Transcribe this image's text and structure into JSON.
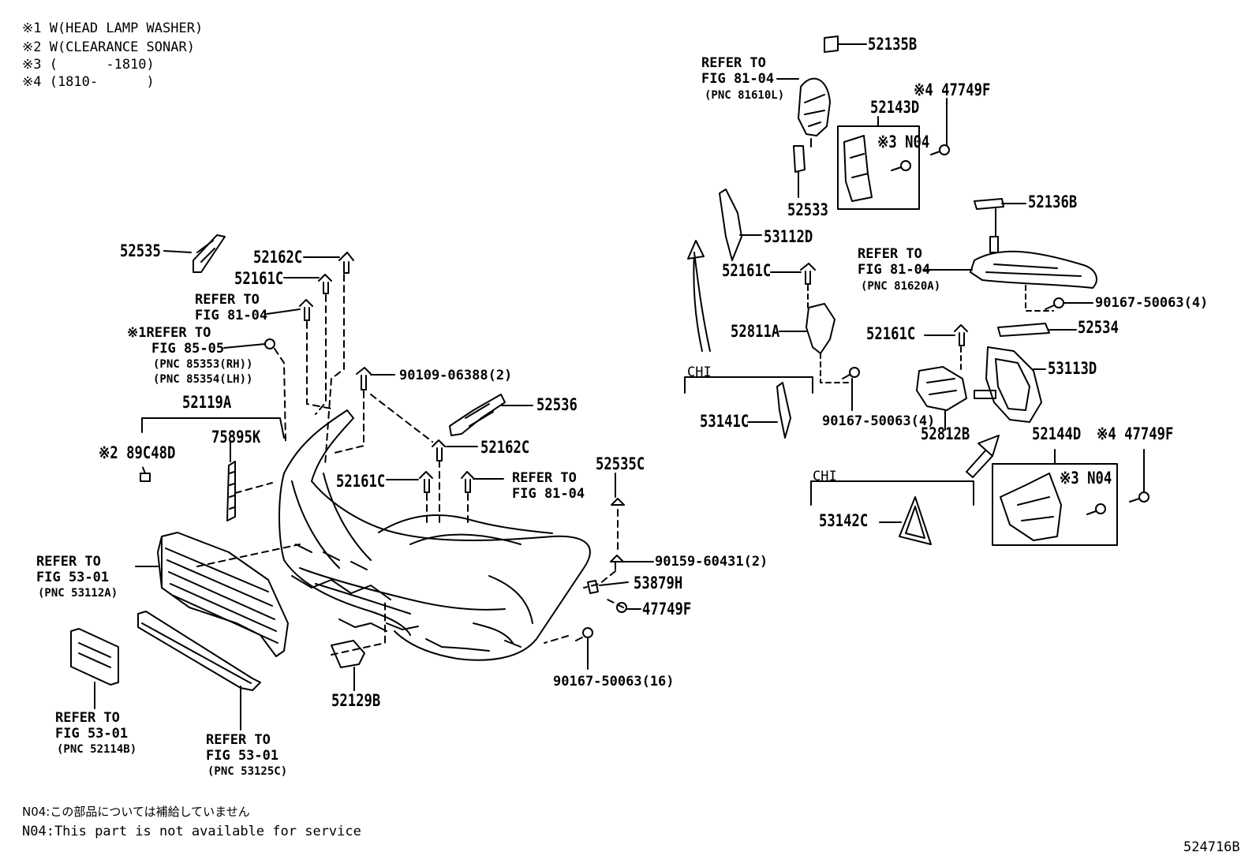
{
  "legend": [
    "※1 W(HEAD LAMP WASHER)",
    "※2 W(CLEARANCE SONAR)",
    "※3 (      -1810)",
    "※4 (1810-      )"
  ],
  "parts": {
    "p52135B": "52135B",
    "p52143D": "52143D",
    "p47749F_a": "※4 47749F",
    "pN04_a": "※3 N04",
    "p52533": "52533",
    "p52136B": "52136B",
    "p53112D": "53112D",
    "p52161C_r1": "52161C",
    "p90167_4a": "90167-50063(4)",
    "p52534": "52534",
    "p52811A": "52811A",
    "p52161C_r2": "52161C",
    "p53113D": "53113D",
    "chi_1": "CHI",
    "p53141C": "53141C",
    "p90167_4b": "90167-50063(4)",
    "p52812B": "52812B",
    "p52144D": "52144D",
    "p47749F_b": "※4 47749F",
    "chi_2": "CHI",
    "pN04_b": "※3 N04",
    "p53142C": "53142C",
    "p52535": "52535",
    "p52162C_a": "52162C",
    "p52161C_a": "52161C",
    "p90109": "90109-06388(2)",
    "p52119A": "52119A",
    "p52536": "52536",
    "p89C48D": "※2 89C48D",
    "p75895K": "75895K",
    "p52162C_b": "52162C",
    "p52161C_b": "52161C",
    "p52535C": "52535C",
    "p90159": "90159-60431(2)",
    "p53879H": "53879H",
    "p47749F_c": "47749F",
    "p90167_16": "90167-50063(16)",
    "p52129B": "52129B"
  },
  "refs": {
    "r1": {
      "line1": "REFER TO",
      "line2": "FIG 81-04",
      "pnc": "(PNC 81610L)"
    },
    "r2": {
      "line1": "REFER TO",
      "line2": "FIG 81-04",
      "pnc": "(PNC 81620A)"
    },
    "r3": {
      "line1": "REFER TO",
      "line2": "FIG 81-04"
    },
    "r4": {
      "line1": "※1REFER TO",
      "line2": "FIG 85-05",
      "pnc1": "(PNC 85353(RH))",
      "pnc2": "(PNC 85354(LH))"
    },
    "r5": {
      "line1": "REFER TO",
      "line2": "FIG 81-04"
    },
    "r6": {
      "line1": "REFER TO",
      "line2": "FIG 53-01",
      "pnc": "(PNC 53112A)"
    },
    "r7": {
      "line1": "REFER TO",
      "line2": "FIG 53-01",
      "pnc": "(PNC 52114B)"
    },
    "r8": {
      "line1": "REFER TO",
      "line2": "FIG 53-01",
      "pnc": "(PNC 53125C)"
    }
  },
  "notes": {
    "jp": "N04:この部品については補給していません",
    "en": "N04:This part is not available for service"
  },
  "figure_id": "524716B"
}
